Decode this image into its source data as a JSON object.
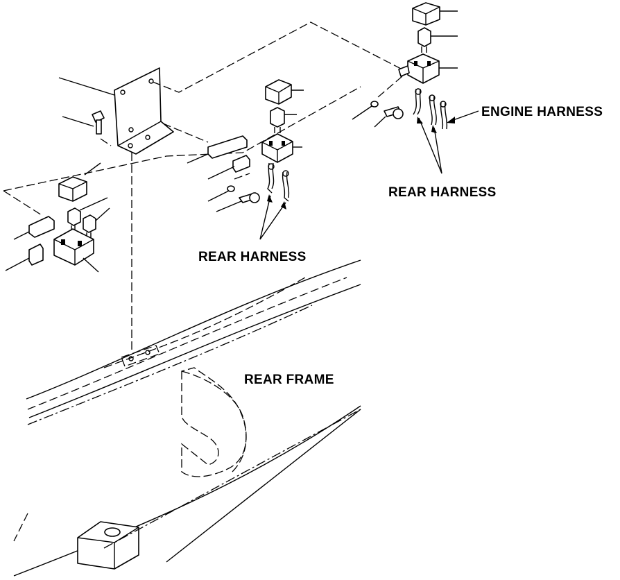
{
  "labels": {
    "engine_harness": "ENGINE HARNESS",
    "rear_harness_right": "REAR HARNESS",
    "rear_harness_center": "REAR HARNESS",
    "rear_frame": "REAR FRAME"
  }
}
